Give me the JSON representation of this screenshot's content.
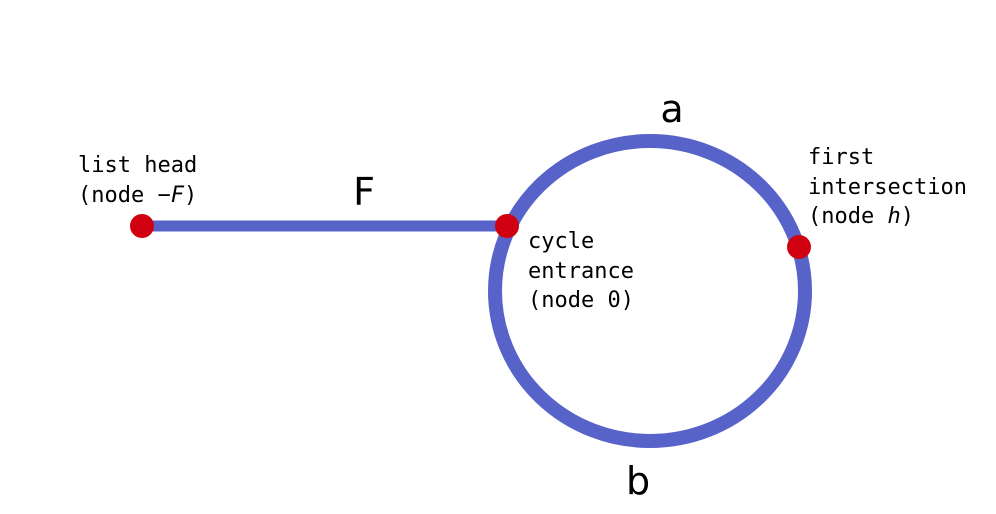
{
  "colors": {
    "path": "#5763c9",
    "node": "#d10010",
    "text": "#000000"
  },
  "segment_labels": {
    "tail": "F",
    "top_arc": "a",
    "bottom_arc": "b"
  },
  "nodes": {
    "head": {
      "line1": "list head",
      "line2_prefix": "(node ",
      "line2_var": "−F",
      "line2_suffix": ")"
    },
    "entrance": {
      "line1": "cycle",
      "line2": "entrance",
      "line3": "(node 0)"
    },
    "intersection": {
      "line1": "first",
      "line2": "intersection",
      "line3_prefix": "(node ",
      "line3_var": "h",
      "line3_suffix": ")"
    }
  }
}
